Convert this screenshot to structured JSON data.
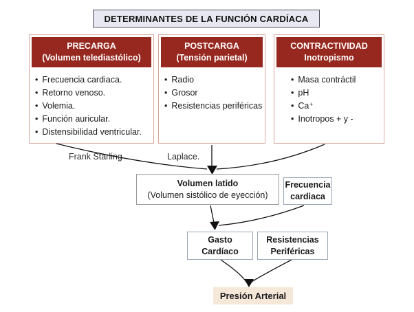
{
  "title": "DETERMINANTES DE LA FUNCIÓN CARDÍACA",
  "columns": [
    {
      "header": {
        "line1": "PRECARGA",
        "line2": "(Volumen telediastólico)"
      },
      "items": [
        "Frecuencia cardiaca.",
        "Retorno venoso.",
        "Volemia.",
        "Función auricular.",
        "Distensibilidad ventricular."
      ]
    },
    {
      "header": {
        "line1": "POSTCARGA",
        "line2": "(Tensión parietal)"
      },
      "items": [
        "Radio",
        "Grosor",
        "Resistencias periféricas"
      ]
    },
    {
      "header": {
        "line1": "CONTRACTIVIDAD",
        "line2": "Inotropismo"
      },
      "items": [
        "Masa contráctil",
        "pH",
        "Ca⁺",
        "Inotropos + y -"
      ]
    }
  ],
  "law_labels": {
    "frank_starling": "Frank Starling",
    "laplace": "Laplace."
  },
  "flow_boxes": {
    "volumen_latido": {
      "title": "Volumen latido",
      "subtitle": "(Volumen sistólico de eyección)"
    },
    "frecuencia_cardiaca": {
      "line1": "Frecuencia",
      "line2": "cardiaca"
    },
    "gasto_cardiaco": {
      "line1": "Gasto",
      "line2": "Cardíaco"
    },
    "resistencias_perifericas": {
      "line1": "Resistencias",
      "line2": "Periféricas"
    },
    "presion_arterial": {
      "label": "Presión Arterial"
    }
  },
  "colors": {
    "header_red": "#97281f",
    "column_border_pink": "#d9a79e",
    "title_box_bg": "#e8e8f2",
    "title_box_border": "#4d4d5a",
    "flow_box_border": "#9aa5b6",
    "presion_arterial_bg": "#f6e8d8",
    "arrow": "#111111"
  }
}
